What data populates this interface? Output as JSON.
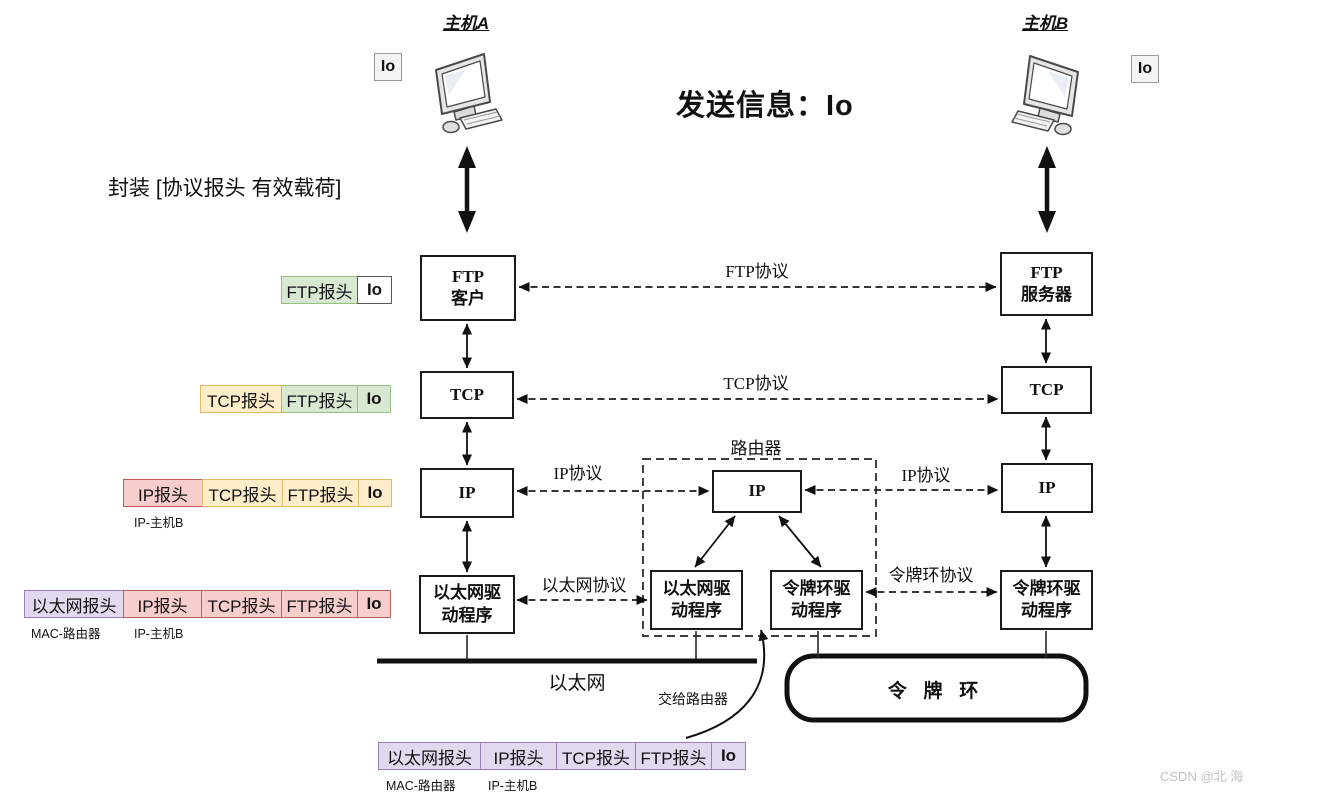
{
  "palette": {
    "green": {
      "bg": "#d9e8d1",
      "border": "#98c07f"
    },
    "yellow": {
      "bg": "#ffeec9",
      "border": "#dfba67"
    },
    "pink": {
      "bg": "#f8cecc",
      "border": "#c05b58"
    },
    "purple": {
      "bg": "#e3d9ef",
      "border": "#9a7fb8"
    },
    "plain": {
      "bg": "#ffffff",
      "border": "#5a5a5a"
    },
    "gray": {
      "bg": "#f4f4f4",
      "border": "#9a9a9a"
    }
  },
  "title": "发送信息：Io",
  "encapsulation_note": "封装 [协议报头 有效载荷]",
  "hosts": {
    "a": {
      "title": "主机A",
      "io": "Io",
      "tag_color": "gray"
    },
    "b": {
      "title": "主机B",
      "io": "Io",
      "tag_color": "gray"
    }
  },
  "stack": {
    "left": {
      "ftp": "FTP\n客户",
      "tcp": "TCP",
      "ip": "IP",
      "driver": "以太网驱\n动程序"
    },
    "router": {
      "label": "路由器",
      "ip": "IP",
      "eth": "以太网驱\n动程序",
      "token": "令牌环驱\n动程序"
    },
    "right": {
      "ftp": "FTP\n服务器",
      "tcp": "TCP",
      "ip": "IP",
      "driver": "令牌环驱\n动程序"
    }
  },
  "protocols": {
    "ftp": "FTP协议",
    "tcp": "TCP协议",
    "ip_left": "IP协议",
    "ip_right": "IP协议",
    "eth": "以太网协议",
    "token": "令牌环协议"
  },
  "networks": {
    "ethernet": "以太网",
    "token_ring": "令 牌 环"
  },
  "to_router_note": "交给路由器",
  "encap_rows": [
    {
      "cells": [
        {
          "label": "FTP报头",
          "color": "green"
        },
        {
          "label": "Io",
          "color": "plain"
        }
      ]
    },
    {
      "cells": [
        {
          "label": "TCP报头",
          "color": "yellow"
        },
        {
          "label": "FTP报头",
          "color": "green"
        },
        {
          "label": "Io",
          "color": "green"
        }
      ]
    },
    {
      "cells": [
        {
          "label": "IP报头",
          "color": "pink"
        },
        {
          "label": "TCP报头",
          "color": "yellow"
        },
        {
          "label": "FTP报头",
          "color": "yellow"
        },
        {
          "label": "Io",
          "color": "yellow"
        }
      ],
      "notes": [
        "IP-主机B"
      ]
    },
    {
      "cells": [
        {
          "label": "以太网报头",
          "color": "purple"
        },
        {
          "label": "IP报头",
          "color": "pink"
        },
        {
          "label": "TCP报头",
          "color": "pink"
        },
        {
          "label": "FTP报头",
          "color": "pink"
        },
        {
          "label": "Io",
          "color": "pink"
        }
      ],
      "notes": [
        "MAC-路由器",
        "IP-主机B"
      ]
    }
  ],
  "frame_row": {
    "cells": [
      {
        "label": "以太网报头",
        "color": "purple"
      },
      {
        "label": "IP报头",
        "color": "purple"
      },
      {
        "label": "TCP报头",
        "color": "purple"
      },
      {
        "label": "FTP报头",
        "color": "purple"
      },
      {
        "label": "Io",
        "color": "purple"
      }
    ],
    "notes": [
      "MAC-路由器",
      "IP-主机B"
    ]
  },
  "watermark": "CSDN @北 海"
}
